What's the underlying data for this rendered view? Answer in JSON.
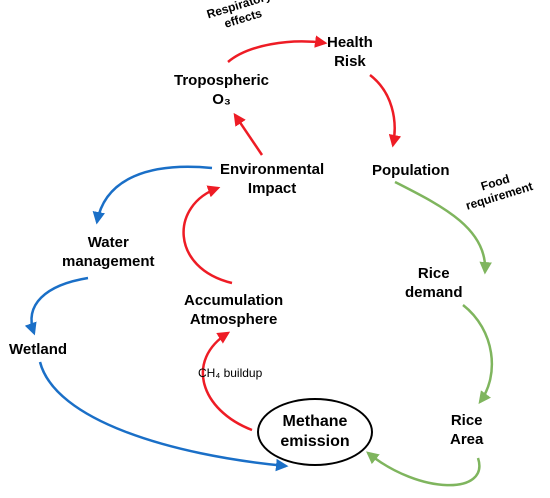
{
  "nodes": {
    "health_risk": [
      "Health",
      "Risk"
    ],
    "tropospheric": [
      "Tropospheric",
      "O₃"
    ],
    "population": "Population",
    "environmental_impact": [
      "Environmental",
      "Impact"
    ],
    "water_management": [
      "Water",
      "management"
    ],
    "rice_demand": [
      "Rice",
      "demand"
    ],
    "accumulation": [
      "Accumulation",
      "Atmosphere"
    ],
    "wetland": "Wetland",
    "rice_area": [
      "Rice",
      "Area"
    ],
    "methane_emission": [
      "Methane",
      "emission"
    ]
  },
  "edge_labels": {
    "respiratory_effects": [
      "Respiratory",
      "effects"
    ],
    "food_requirement": [
      "Food",
      "requirement"
    ],
    "ch4_buildup": "CH₄ buildup"
  },
  "colors": {
    "red": "#ee1c25",
    "blue": "#1a6fc7",
    "green": "#7fb55e"
  }
}
